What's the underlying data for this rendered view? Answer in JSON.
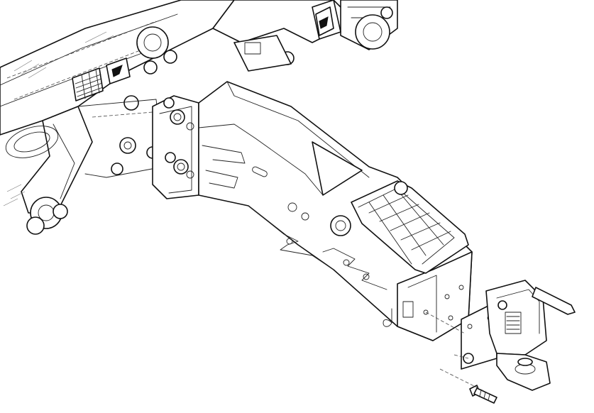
{
  "figure": {
    "line_color": "#111111",
    "background": "#ffffff",
    "parts": [
      {
        "name": "tractor-chassis",
        "label": ""
      },
      {
        "name": "drawbar-frame",
        "label": ""
      },
      {
        "name": "ladder-slot-plate",
        "label": ""
      },
      {
        "name": "pin-hitch",
        "label": ""
      },
      {
        "name": "mounting-bolt",
        "label": ""
      },
      {
        "name": "warning-decal",
        "label": ""
      },
      {
        "name": "info-decal",
        "label": ""
      }
    ]
  }
}
